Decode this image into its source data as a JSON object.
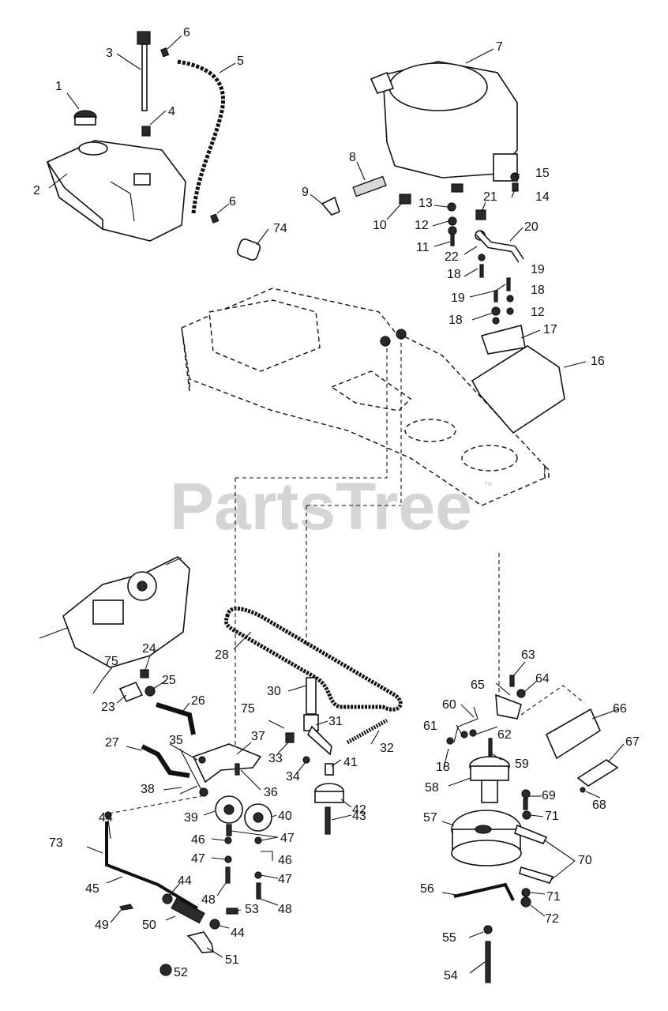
{
  "watermark": {
    "text": "PartsTree",
    "tm": "™"
  },
  "callouts": [
    "1",
    "2",
    "3",
    "4",
    "5",
    "6",
    "7",
    "8",
    "9",
    "10",
    "11",
    "12",
    "13",
    "14",
    "15",
    "16",
    "17",
    "18",
    "19",
    "20",
    "21",
    "22",
    "23",
    "24",
    "25",
    "26",
    "27",
    "28",
    "30",
    "31",
    "32",
    "33",
    "34",
    "35",
    "36",
    "37",
    "38",
    "39",
    "40",
    "41",
    "42",
    "43",
    "44",
    "45",
    "46",
    "47",
    "48",
    "49",
    "50",
    "51",
    "52",
    "53",
    "54",
    "55",
    "56",
    "57",
    "58",
    "59",
    "60",
    "61",
    "62",
    "63",
    "64",
    "65",
    "66",
    "67",
    "68",
    "69",
    "70",
    "71",
    "72",
    "73",
    "74",
    "75"
  ]
}
